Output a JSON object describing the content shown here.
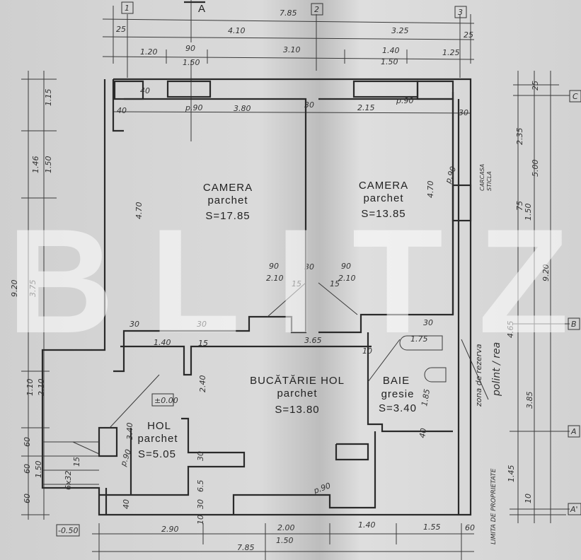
{
  "axes": {
    "top": [
      "1",
      "A",
      "2",
      "3"
    ],
    "right": [
      "C",
      "B",
      "A",
      "A'"
    ]
  },
  "rooms": [
    {
      "name": "CAMERA",
      "floor": "parchet",
      "area": "S=17.85"
    },
    {
      "name": "CAMERA",
      "floor": "parchet",
      "area": "S=13.85"
    },
    {
      "name": "BUCĂTĂRIE HOL",
      "floor": "parchet",
      "area": "S=13.80"
    },
    {
      "name": "BAIE",
      "floor": "gresie",
      "area": "S=3.40"
    },
    {
      "name": "HOL",
      "floor": "parchet",
      "area": "S=5.05"
    }
  ],
  "levels": {
    "floor": "±0.00",
    "outside": "-0.50"
  },
  "dims": {
    "top": [
      "7.85",
      "25",
      "4.10",
      "3.25",
      "25",
      "1.20",
      "90",
      "1.50",
      "3.10",
      "1.40",
      "1.50",
      "1.25"
    ],
    "inner": [
      "40",
      "40",
      "p.90",
      "3.80",
      "30",
      "2.15",
      "p.90",
      "30",
      "4.70",
      "4.70",
      "p.90",
      "90",
      "2.10",
      "30",
      "90",
      "2.10",
      "15",
      "15",
      "30",
      "30",
      "1.40",
      "15",
      "3.65",
      "10",
      "1.75",
      "30",
      "2.40",
      "3.40",
      "p.90",
      "30",
      "6.5",
      "30",
      "10",
      "40",
      "1.85",
      "40",
      "p.90"
    ],
    "bottom": [
      "2.90",
      "2.00",
      "1.50",
      "1.40",
      "1.55",
      "60",
      "7.85"
    ],
    "left": [
      "1.15",
      "1.46",
      "1.50",
      "9.20",
      "3.75",
      "1.10",
      "2.10",
      "60",
      "60",
      "1.50",
      "60",
      "6x32",
      "15"
    ],
    "right": [
      "25",
      "2.35",
      "5.00",
      "75",
      "1.50",
      "9.20",
      "4.65",
      "3.85",
      "1.45",
      "10"
    ]
  },
  "notes": {
    "glass": [
      "CARCASA",
      "STICLA"
    ],
    "limit": "LIMITA DE PROPRIETATE",
    "zone": "zona de rezerva",
    "polint": "polint / rea"
  },
  "watermark": "BLITZ"
}
